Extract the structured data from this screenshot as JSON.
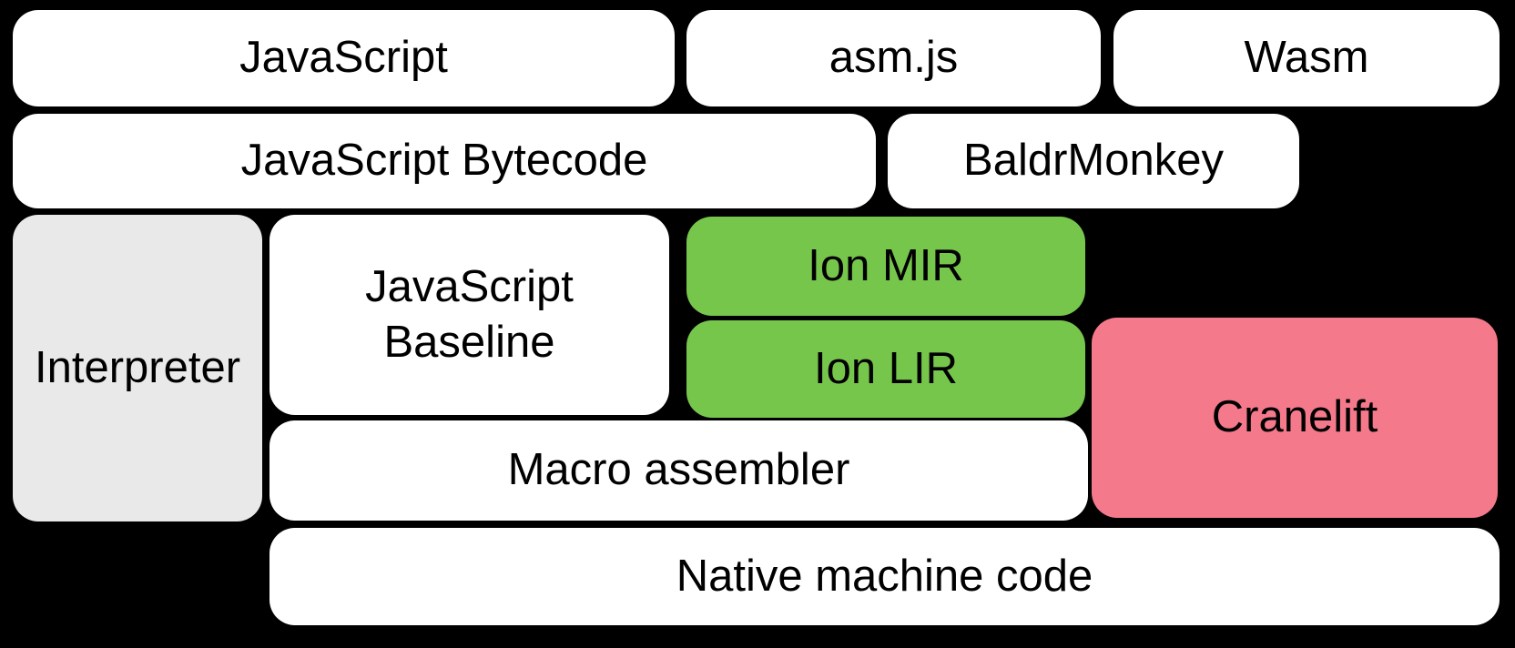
{
  "colors": {
    "background": "#000000",
    "box_white": "#ffffff",
    "box_gray": "#e9e9e9",
    "box_green": "#77c64c",
    "box_pink": "#f4798b",
    "text": "#000000"
  },
  "boxes": [
    {
      "id": "javascript",
      "label": "JavaScript",
      "fill": "white"
    },
    {
      "id": "asmjs",
      "label": "asm.js",
      "fill": "white"
    },
    {
      "id": "wasm",
      "label": "Wasm",
      "fill": "white"
    },
    {
      "id": "bytecode",
      "label": "JavaScript Bytecode",
      "fill": "white"
    },
    {
      "id": "baldrmonkey",
      "label": "BaldrMonkey",
      "fill": "white"
    },
    {
      "id": "interpreter",
      "label": "Interpreter",
      "fill": "gray"
    },
    {
      "id": "baseline",
      "label": "JavaScript\nBaseline",
      "fill": "white"
    },
    {
      "id": "ionmir",
      "label": "Ion MIR",
      "fill": "green"
    },
    {
      "id": "ionlir",
      "label": "Ion LIR",
      "fill": "green"
    },
    {
      "id": "cranelift",
      "label": "Cranelift",
      "fill": "pink"
    },
    {
      "id": "macro",
      "label": "Macro assembler",
      "fill": "white"
    },
    {
      "id": "native",
      "label": "Native machine code",
      "fill": "white"
    }
  ]
}
